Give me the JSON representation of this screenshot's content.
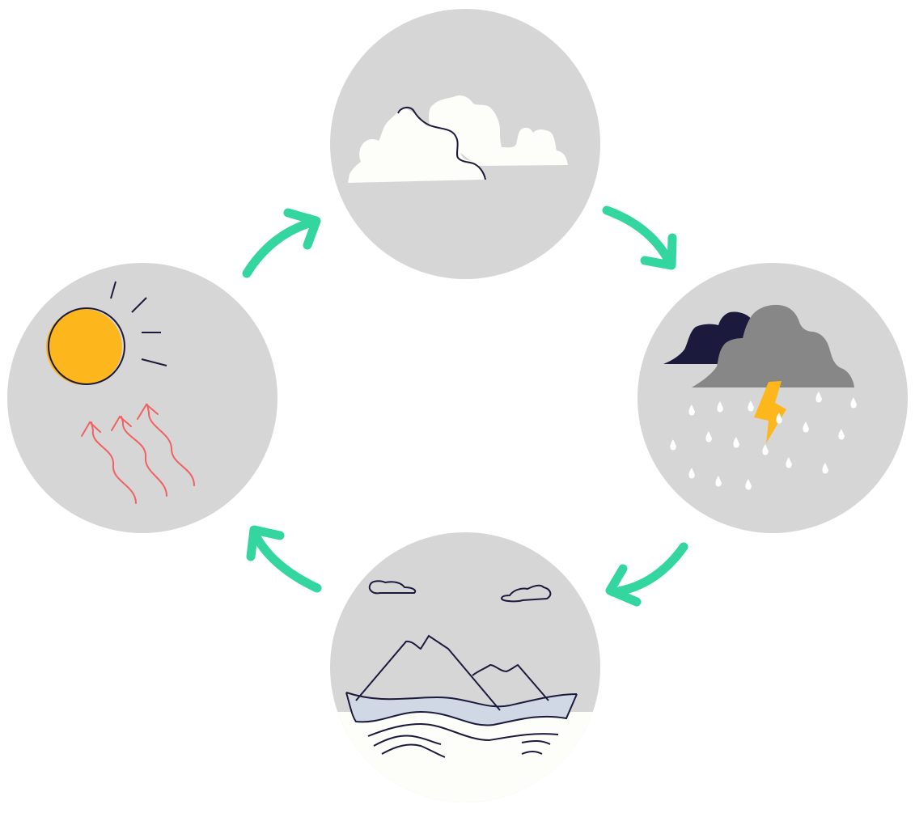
{
  "diagram": {
    "type": "cycle",
    "colors": {
      "background": "#ffffff",
      "stage_circle": "#d6d6d6",
      "arrow": "#33d69f",
      "outline": "#1b1a3d",
      "sun": "#fdb71c",
      "heat_waves": "#f26161",
      "cloud_white": "#fdfdfa",
      "storm_cloud_dark": "#1b1a3d",
      "storm_cloud_grey": "#878787",
      "lightning": "#fdb71c",
      "rain_drop": "#ffffff",
      "water_band": "#cfd8e4"
    },
    "stages": [
      {
        "id": "evaporation",
        "icon": "sun-heat-icon"
      },
      {
        "id": "condensation",
        "icon": "clouds-icon"
      },
      {
        "id": "precipitation",
        "icon": "storm-rain-icon"
      },
      {
        "id": "collection",
        "icon": "mountains-water-icon"
      }
    ],
    "arrows": [
      {
        "from": "evaporation",
        "to": "condensation",
        "icon": "curved-arrow-icon"
      },
      {
        "from": "condensation",
        "to": "precipitation",
        "icon": "curved-arrow-icon"
      },
      {
        "from": "precipitation",
        "to": "collection",
        "icon": "curved-arrow-icon"
      },
      {
        "from": "collection",
        "to": "evaporation",
        "icon": "curved-arrow-icon"
      }
    ]
  }
}
